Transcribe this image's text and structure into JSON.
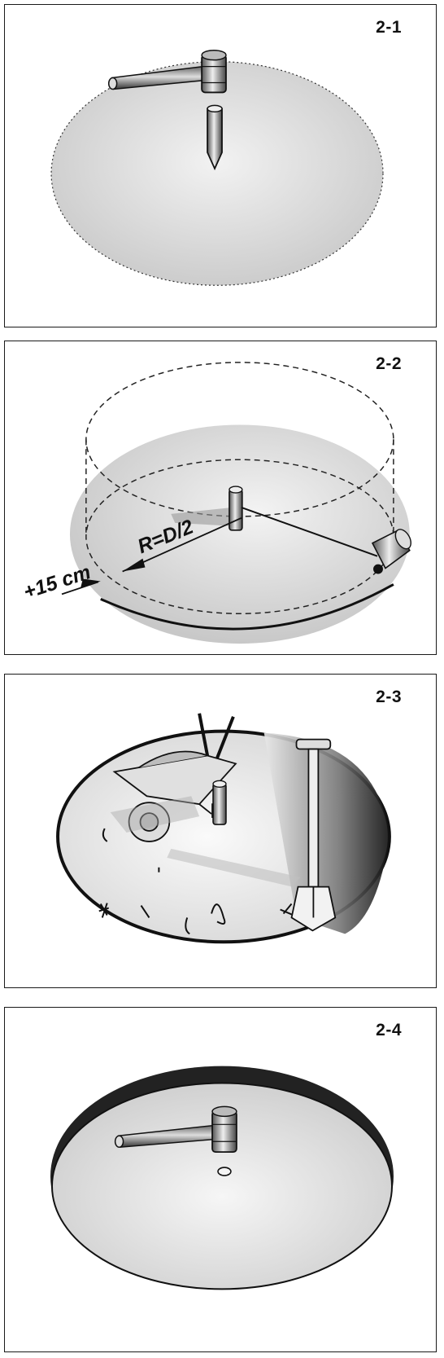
{
  "panels": [
    {
      "label": "2-1"
    },
    {
      "label": "2-2",
      "annotations": {
        "radius": "R=D/2",
        "offset": "+15 cm"
      }
    },
    {
      "label": "2-3"
    },
    {
      "label": "2-4"
    }
  ]
}
